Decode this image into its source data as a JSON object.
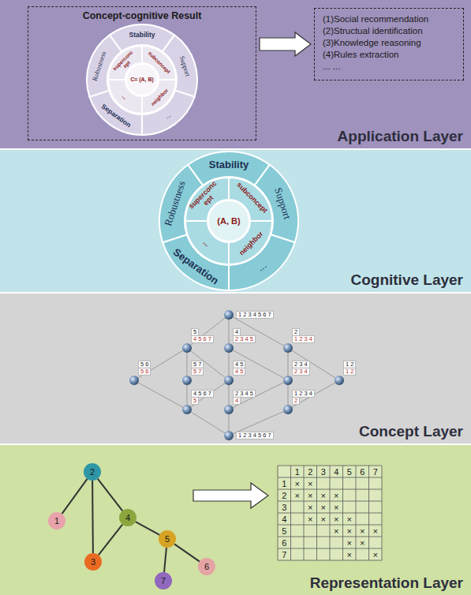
{
  "diagram": {
    "nodes": [
      {
        "text": [
          "Application Layer"
        ]
      },
      {
        "text": [
          "Concept-cognitive Result"
        ],
        "in": 0
      },
      {
        "text": [
          "(1)Social recommendation",
          "(2)Structual identification",
          "(3)Knowledge reasoning",
          "(4)Rules extraction",
          "... ..."
        ],
        "in": 0
      },
      {
        "text": [
          "Cognitive Layer"
        ]
      },
      {
        "text": [
          "Concept Layer"
        ]
      },
      {
        "text": [
          "Representation Layer"
        ]
      },
      {
        "text": [
          "1"
        ],
        "in": 5
      },
      {
        "text": [
          "2"
        ],
        "in": 5
      },
      {
        "text": [
          "3"
        ],
        "in": 5
      },
      {
        "text": [
          "4"
        ],
        "in": 5
      },
      {
        "text": [
          "5"
        ],
        "in": 5
      },
      {
        "text": [
          "6"
        ],
        "in": 5
      },
      {
        "text": [
          "7"
        ],
        "in": 5
      }
    ],
    "edges": [
      {
        "from": 1,
        "to": 2,
        "arrow": "to"
      },
      {
        "from": 6,
        "to": 7,
        "arrow": "none"
      },
      {
        "from": 7,
        "to": 8,
        "arrow": "none"
      },
      {
        "from": 7,
        "to": 9,
        "arrow": "none"
      },
      {
        "from": 8,
        "to": 9,
        "arrow": "none"
      },
      {
        "from": 9,
        "to": 10,
        "arrow": "none"
      },
      {
        "from": 10,
        "to": 11,
        "arrow": "none"
      },
      {
        "from": 10,
        "to": 12,
        "arrow": "none"
      }
    ],
    "labels": [
      "Stability",
      "Support",
      "...",
      "Separation",
      "Robustness",
      "superconc ept",
      "subconcept",
      "neighbor",
      "...",
      "C= (A, B)",
      "Stability",
      "Support",
      "...",
      "Separation",
      "Robustness",
      "superconc ept",
      "subconcept",
      "neighbor",
      "...",
      "(A, B)",
      "1 2 3 4 5 6 7",
      "5",
      "4 5 6 7",
      "4",
      "2 3 4 5",
      "2",
      "1 2 3 4",
      "5 6",
      "5 6",
      "5 7",
      "5 7",
      "4 5",
      "4 5",
      "2 3 4",
      "2 3 4",
      "1 2",
      "1 2",
      "4 5 6 7",
      "5",
      "2 3 4 5",
      "4",
      "1 2 3 4",
      "2",
      "1 2 3 4 5 6 7",
      "1",
      "2",
      "3",
      "4",
      "5",
      "6",
      "7",
      "1",
      "×",
      "×",
      "2",
      "×",
      "×",
      "×",
      "×",
      "3",
      "×",
      "×",
      "×",
      "4",
      "×",
      "×",
      "×",
      "×",
      "5",
      "×",
      "×",
      "×",
      "×",
      "6",
      "×",
      "×",
      "7",
      "×",
      "×"
    ]
  }
}
